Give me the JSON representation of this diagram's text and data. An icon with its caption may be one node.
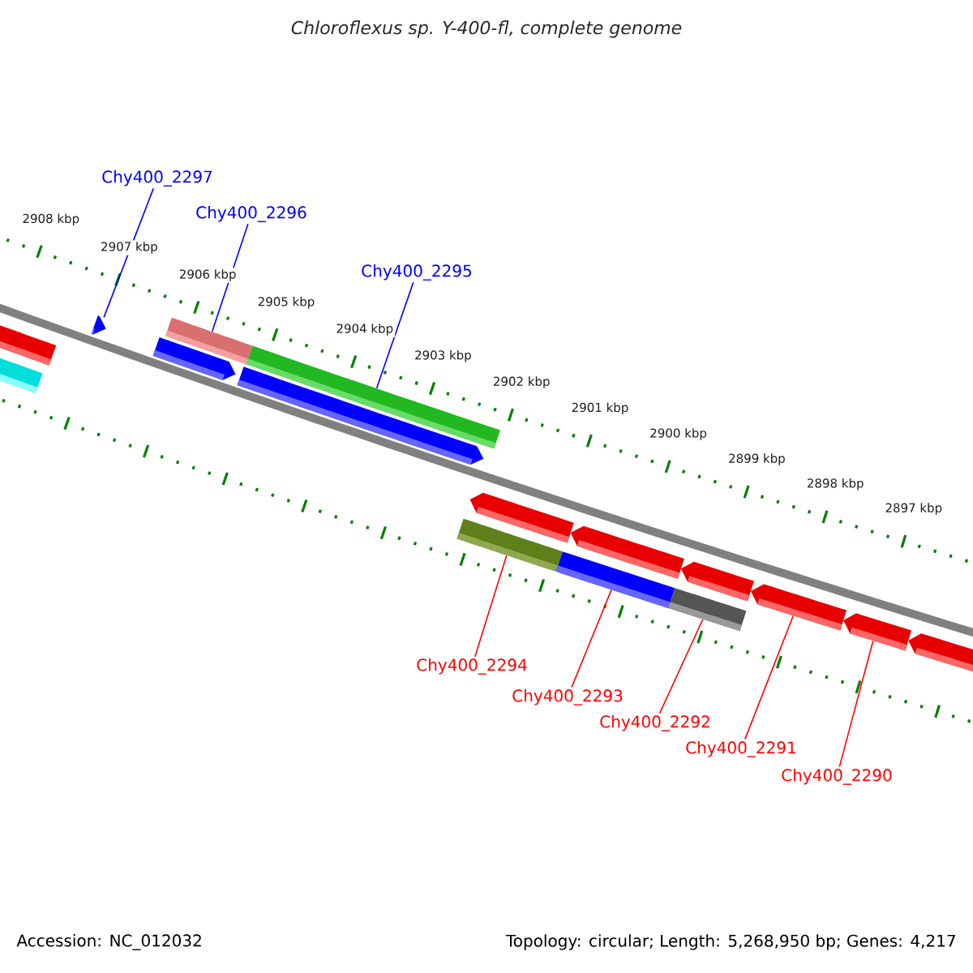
{
  "diagram": {
    "title": "Chloroflexus sp. Y-400-fl, complete genome",
    "nodes": [
      {
        "text": [
          "Chy400_2297"
        ]
      },
      {
        "text": [
          "Chy400_2296"
        ]
      },
      {
        "text": [
          "Chy400_2295"
        ]
      },
      {
        "text": [],
        "shape": "pentagon"
      },
      {
        "text": [],
        "shape": "bar"
      },
      {
        "text": [],
        "shape": "bar"
      },
      {
        "text": [],
        "shape": "pentagon"
      },
      {
        "text": [],
        "shape": "pentagon"
      },
      {
        "text": [],
        "shape": "bar"
      },
      {
        "text": [],
        "shape": "bar"
      },
      {
        "text": [],
        "shape": "pentagon"
      },
      {
        "text": [],
        "shape": "pentagon"
      },
      {
        "text": [],
        "shape": "pentagon"
      },
      {
        "text": [],
        "shape": "pentagon"
      },
      {
        "text": [],
        "shape": "pentagon"
      },
      {
        "text": [],
        "shape": "pentagon"
      },
      {
        "text": [],
        "shape": "bar"
      },
      {
        "text": [],
        "shape": "bar"
      },
      {
        "text": [],
        "shape": "bar"
      },
      {
        "text": [
          "Chy400_2294"
        ]
      },
      {
        "text": [
          "Chy400_2293"
        ]
      },
      {
        "text": [
          "Chy400_2292"
        ]
      },
      {
        "text": [
          "Chy400_2291"
        ]
      },
      {
        "text": [
          "Chy400_2290"
        ]
      }
    ],
    "edges": [
      {
        "from": 0,
        "to": 3,
        "arrow": "none",
        "color": "#0000ff"
      },
      {
        "from": 1,
        "to": 4,
        "arrow": "none",
        "color": "#0000ff"
      },
      {
        "from": 2,
        "to": 5,
        "arrow": "none",
        "color": "#0000ff"
      },
      {
        "from": 19,
        "to": 16,
        "arrow": "none"
      },
      {
        "from": 20,
        "to": 17,
        "arrow": "none"
      },
      {
        "from": 21,
        "to": 18,
        "arrow": "none"
      },
      {
        "from": 22,
        "to": 13,
        "arrow": "none"
      },
      {
        "from": 23,
        "to": 14,
        "arrow": "none"
      }
    ],
    "labels": [
      "2908 kbp",
      "2907 kbp",
      "2906 kbp",
      "2905 kbp",
      "2904 kbp",
      "2903 kbp",
      "2902 kbp",
      "2901 kbp",
      "2900 kbp",
      "2899 kbp",
      "2898 kbp",
      "2897 kbp",
      "Accession: NC_012032",
      "Topology: circular; Length: 5,268,950 bp; Genes: 4,217"
    ]
  }
}
